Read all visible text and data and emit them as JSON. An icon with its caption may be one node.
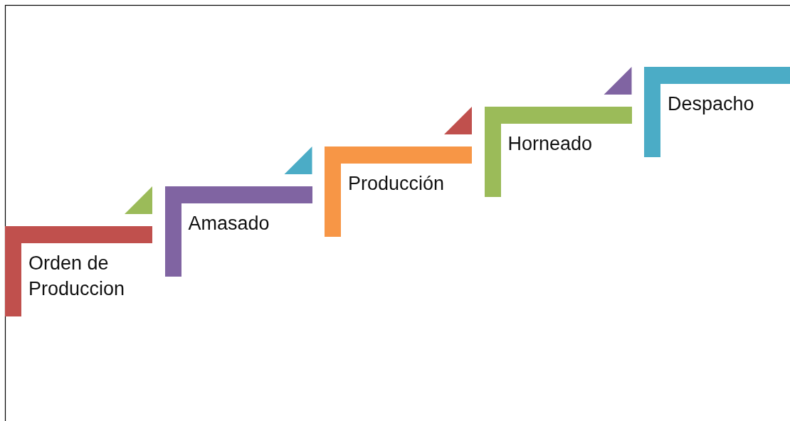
{
  "diagram": {
    "nodes": [
      {
        "text": [
          "Orden de Produccion"
        ]
      },
      {
        "text": [
          "Amasado"
        ]
      },
      {
        "text": [
          "Producción"
        ]
      },
      {
        "text": [
          "Horneado"
        ]
      },
      {
        "text": [
          "Despacho"
        ]
      }
    ]
  }
}
